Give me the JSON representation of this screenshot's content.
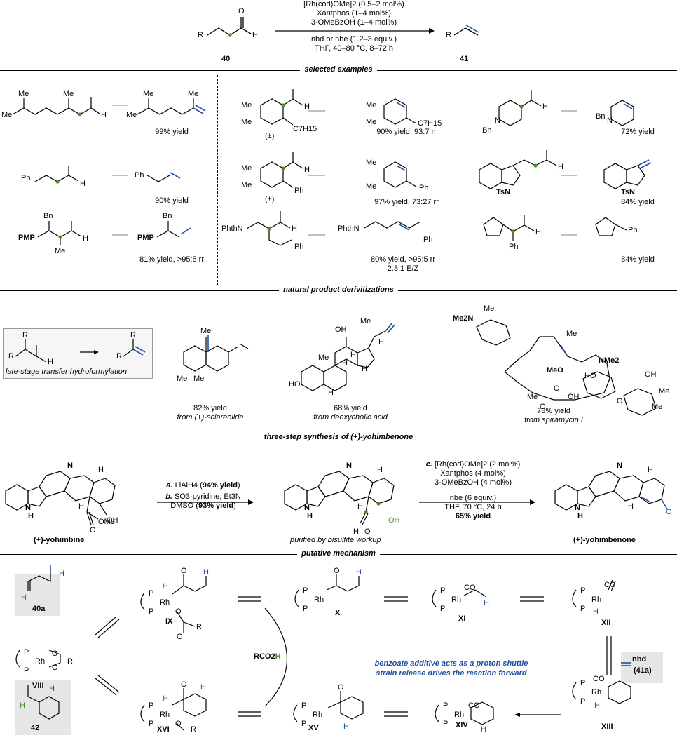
{
  "header": {
    "reagents_top": [
      "[Rh(cod)OMe]2 (0.5–2 mol%)",
      "Xantphos (1–4 mol%)",
      "3-OMeBzOH (1–4 mol%)"
    ],
    "reagents_bottom": [
      "nbd or nbe (1.2–3 equiv.)",
      "THF, 40–80 °C, 8–72 h"
    ],
    "sm_label": "40",
    "prod_label": "41",
    "r_left": "R",
    "r_right": "R",
    "h": "H"
  },
  "sections": {
    "selected": "selected examples",
    "natural": "natural product derivitizations",
    "yohimbenone": "three-step synthesis of (+)-yohimbenone",
    "mechanism": "putative mechanism"
  },
  "examples": {
    "col1": [
      {
        "sub_labels": [
          "Me",
          "Me",
          "Me",
          "H"
        ],
        "prod_labels": [
          "Me",
          "Me",
          "Me"
        ],
        "yield": "99% yield"
      },
      {
        "sub_labels": [
          "Ph",
          "H"
        ],
        "prod_labels": [
          "Ph"
        ],
        "yield": "90% yield"
      },
      {
        "sub_labels": [
          "Bn",
          "PMP",
          "Me",
          "H"
        ],
        "prod_labels": [
          "Bn",
          "PMP"
        ],
        "yield": "81% yield, >95:5 rr"
      }
    ],
    "col2": [
      {
        "sub_labels": [
          "Me",
          "Me",
          "H",
          "C7H15",
          "(±)"
        ],
        "prod_labels": [
          "Me",
          "Me",
          "C7H15"
        ],
        "yield": "90% yield, 93:7 rr"
      },
      {
        "sub_labels": [
          "Me",
          "Me",
          "H",
          "Ph",
          "(±)"
        ],
        "prod_labels": [
          "Me",
          "Me",
          "Ph"
        ],
        "yield": "97% yield, 73:27 rr"
      },
      {
        "sub_labels": [
          "PhthN",
          "H",
          "Ph"
        ],
        "prod_labels": [
          "PhthN",
          "Ph"
        ],
        "yield": "80% yield, >95:5 rr",
        "yield2": "2.3:1 E/Z"
      }
    ],
    "col3": [
      {
        "sub_labels": [
          "Bn",
          "N",
          "H"
        ],
        "prod_labels": [
          "Bn",
          "N"
        ],
        "yield": "72% yield"
      },
      {
        "sub_labels": [
          "TsN",
          "H"
        ],
        "prod_labels": [
          "TsN"
        ],
        "yield": "84% yield"
      },
      {
        "sub_labels": [
          "Ph",
          "H"
        ],
        "prod_labels": [
          "Ph"
        ],
        "yield": "84% yield"
      }
    ]
  },
  "natural": {
    "inset_caption": "late-stage transfer hydroformylation",
    "inset_labels": [
      "R",
      "R",
      "H",
      "R",
      "R"
    ],
    "items": [
      {
        "yield": "82% yield",
        "source": "from (+)-sclareolide",
        "labels": [
          "Me",
          "Me",
          "Me"
        ]
      },
      {
        "yield": "68% yield",
        "source": "from deoxycholic acid",
        "labels": [
          "Me",
          "OH",
          "Me",
          "H",
          "H",
          "H",
          "H",
          "HO",
          "H"
        ]
      },
      {
        "yield": "78% yield",
        "source": "from spiramycin I",
        "labels": [
          "Me",
          "Me2N",
          "Me",
          "MeO",
          "NMe2",
          "HO",
          "OH",
          "Me",
          "O",
          "O",
          "OH",
          "Me",
          "O",
          "Me"
        ]
      }
    ]
  },
  "yohimbine": {
    "sm_name": "(+)-yohimbine",
    "sm_labels": [
      "N",
      "N",
      "H",
      "H",
      "H",
      "OH",
      "O",
      "OMe"
    ],
    "step_a_letter": "a.",
    "step_a": " LiAlH4 (",
    "step_a_yield": "94% yield",
    "step_a_end": ")",
    "step_b_letter": "b.",
    "step_b": " SO3·pyridine, Et3N",
    "step_b2": "DMSO (",
    "step_b_yield": "93% yield",
    "step_b_end": ")",
    "mid_caption": "purified by bisulfite workup",
    "mid_labels": [
      "N",
      "N",
      "H",
      "H",
      "H",
      "OH",
      "H",
      "O"
    ],
    "step_c_letter": "c.",
    "step_c": [
      " [Rh(cod)OMe]2 (2 mol%)",
      "Xantphos (4 mol%)",
      "3-OMeBzOH (4 mol%)"
    ],
    "step_c_bottom": [
      "nbe (6 equiv.)",
      "THF, 70 °C, 24 h"
    ],
    "step_c_yield": "65% yield",
    "prod_name": "(+)-yohimbenone",
    "prod_labels": [
      "N",
      "N",
      "H",
      "H",
      "H",
      "O"
    ]
  },
  "mechanism": {
    "note1": "benzoate additive acts as a proton shuttle",
    "note2": "strain release drives the reaction forward",
    "rco2h": "RCO2",
    "rco2h_h": "H",
    "species": {
      "40a": "40a",
      "42": "42",
      "VIII": "VIII",
      "IX": "IX",
      "X": "X",
      "XI": "XI",
      "XII": "XII",
      "XIII": "XIII",
      "XIV": "XIV",
      "XV": "XV",
      "XVI": "XVI"
    },
    "nbd": "nbd",
    "product_41a": "(41a)",
    "atoms": {
      "p": "P",
      "rh": "Rh",
      "co": "CO",
      "o": "O",
      "r": "R",
      "h": "H"
    }
  },
  "colors": {
    "accent_blue": "#1f4fa0",
    "accent_green": "#4d8a2a",
    "arrow_grey": "#9a9a9a",
    "box_grey": "#e6e6e6"
  }
}
